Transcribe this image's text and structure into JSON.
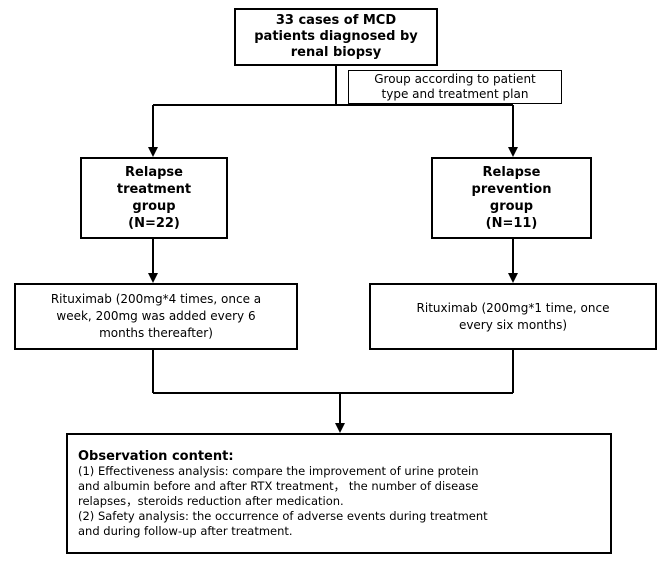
{
  "top_box": {
    "lines": [
      "33 cases of MCD",
      "patients diagnosed by",
      "renal biopsy"
    ]
  },
  "group_label": {
    "lines": [
      "Group according to patient",
      "type and treatment plan"
    ]
  },
  "left_group": {
    "lines": [
      "Relapse",
      "treatment",
      "group",
      "(N=22)"
    ]
  },
  "right_group": {
    "lines": [
      "Relapse",
      "prevention",
      "group",
      "(N=11)"
    ]
  },
  "left_treatment": {
    "lines": [
      "Rituximab (200mg*4 times, once a",
      "week, 200mg was added every 6",
      "months thereafter)"
    ]
  },
  "right_treatment": {
    "lines": [
      "Rituximab (200mg*1 time, once",
      "every six months)"
    ]
  },
  "observation": {
    "title": "Observation content:",
    "lines": [
      "(1) Effectiveness analysis: compare the improvement of urine protein",
      "and albumin before and after RTX treatment， the number of disease",
      "relapses，steroids reduction after medication.",
      "(2) Safety analysis: the occurrence of adverse events during treatment",
      "and during follow-up after treatment."
    ]
  }
}
